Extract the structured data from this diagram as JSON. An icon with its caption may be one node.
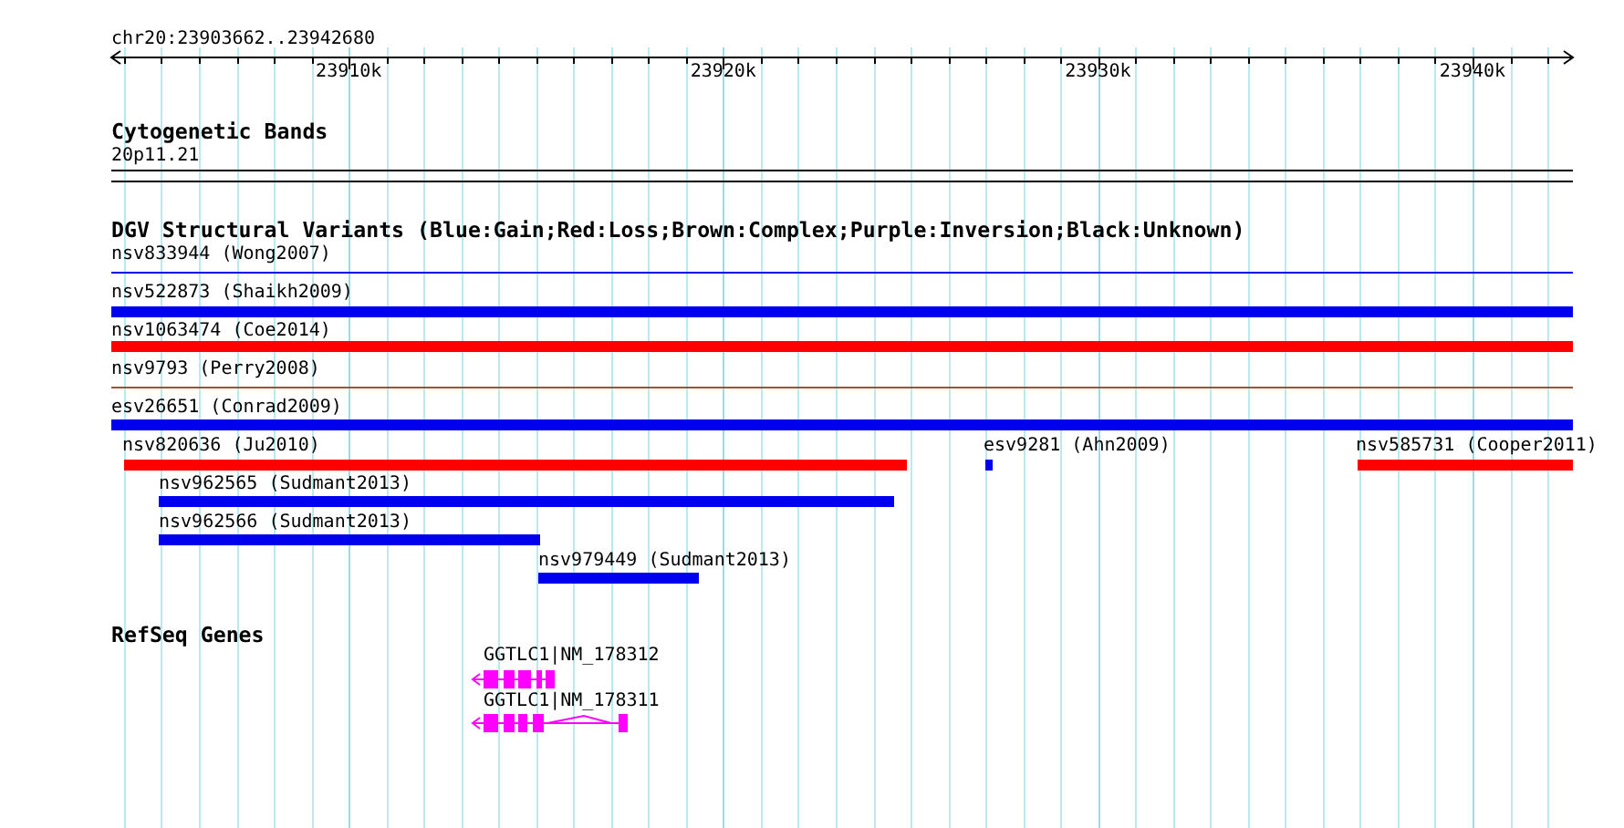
{
  "diagram": {
    "labels": [
      "chr20:23903662..23942680",
      "23910k",
      "23920k",
      "23930k",
      "23940k",
      "Cytogenetic Bands",
      "20p11.21",
      "DGV Structural Variants (Blue:Gain;Red:Loss;Brown:Complex;Purple:Inversion;Black:Unknown)",
      "nsv833944 (Wong2007)",
      "nsv522873 (Shaikh2009)",
      "nsv1063474 (Coe2014)",
      "nsv9793 (Perry2008)",
      "esv26651 (Conrad2009)",
      "nsv820636 (Ju2010)",
      "esv9281 (Ahn2009)",
      "nsv585731 (Cooper2011)",
      "nsv962565 (Sudmant2013)",
      "nsv962566 (Sudmant2013)",
      "nsv979449 (Sudmant2013)",
      "RefSeq Genes",
      "GGTLC1|NM_178312",
      "GGTLC1|NM_178311"
    ]
  }
}
